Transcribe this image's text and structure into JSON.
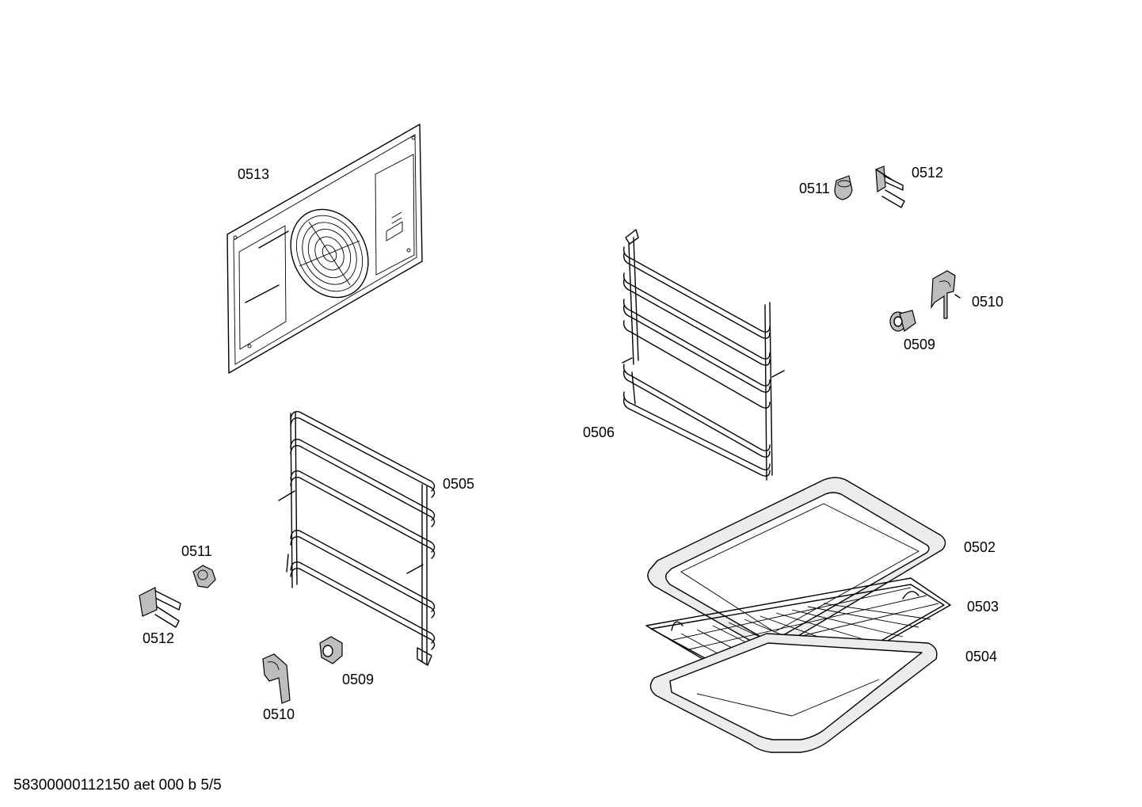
{
  "footer": {
    "text": "58300000112150 aet 000 b 5/5"
  },
  "labels": {
    "p0513": "0513",
    "p0511_right": "0511",
    "p0512_right": "0512",
    "p0510_right": "0510",
    "p0509_right": "0509",
    "p0506": "0506",
    "p0505": "0505",
    "p0502": "0502",
    "p0503": "0503",
    "p0504": "0504",
    "p0511_left": "0511",
    "p0512_left": "0512",
    "p0509_left": "0509",
    "p0510_left": "0510"
  }
}
